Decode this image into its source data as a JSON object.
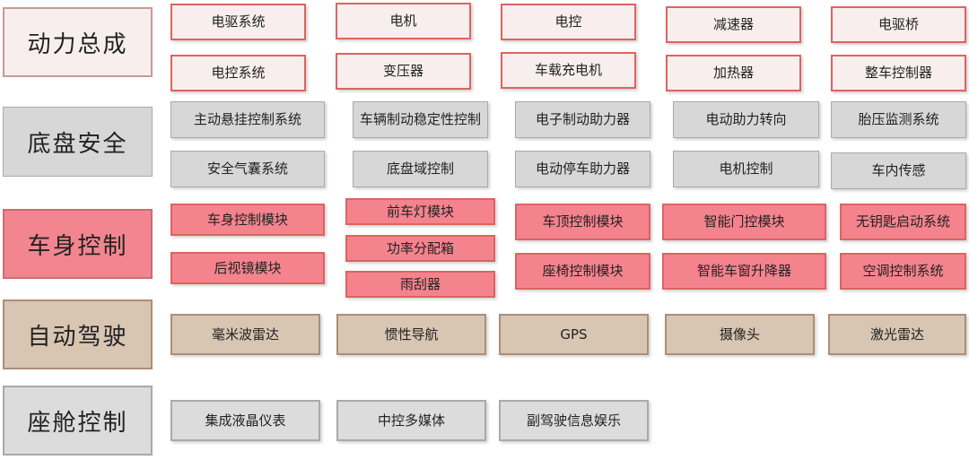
{
  "colors": {
    "power_fill": "#f7eeed",
    "power_border": "#dc6460",
    "chassis_fill": "#d7d7d7",
    "chassis_border": "#aaaaaa",
    "body_fill": "#f4838e",
    "body_border": "#dc6460",
    "auto_fill": "#d8c5b2",
    "auto_border": "#ad8d78",
    "cabin_fill": "#dcdcdc",
    "cabin_border": "#a9a9a9"
  },
  "categories": {
    "power": {
      "label": "动力总成",
      "items": [
        "电驱系统",
        "电机",
        "电控",
        "减速器",
        "电驱桥",
        "电控系统",
        "变压器",
        "车载充电机",
        "加热器",
        "整车控制器"
      ]
    },
    "chassis": {
      "label": "底盘安全",
      "items": [
        "主动悬挂控制系统",
        "车辆制动稳定性控制",
        "电子制动助力器",
        "电动助力转向",
        "胎压监测系统",
        "安全气囊系统",
        "底盘域控制",
        "电动停车助力器",
        "电机控制",
        "车内传感"
      ]
    },
    "body": {
      "label": "车身控制",
      "items": [
        "车身控制模块",
        "前车灯模块",
        "功率分配箱",
        "车顶控制模块",
        "智能门控模块",
        "无钥匙启动系统",
        "后视镜模块",
        "雨刮器",
        "座椅控制模块",
        "智能车窗升降器",
        "空调控制系统"
      ]
    },
    "auto": {
      "label": "自动驾驶",
      "items": [
        "毫米波雷达",
        "惯性导航",
        "GPS",
        "摄像头",
        "激光雷达"
      ]
    },
    "cabin": {
      "label": "座舱控制",
      "items": [
        "集成液晶仪表",
        "中控多媒体",
        "副驾驶信息娱乐"
      ]
    }
  }
}
